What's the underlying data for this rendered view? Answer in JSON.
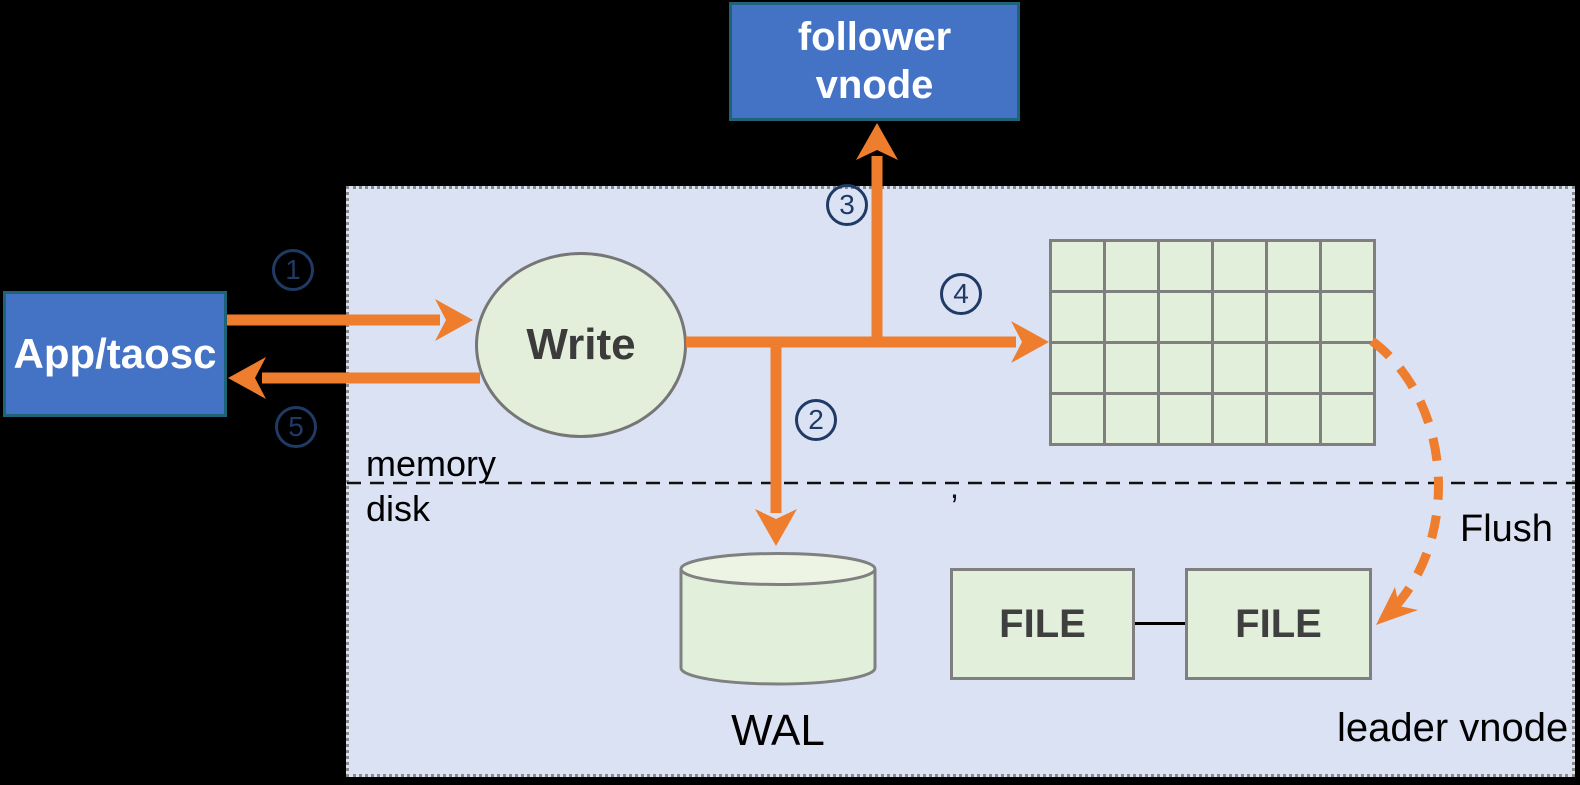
{
  "colors": {
    "accent_orange": "#EF7D2E",
    "node_blue_fill": "#4472C4",
    "node_blue_border": "#1E6378",
    "node_green_fill": "#E2EFDA",
    "node_green_border": "#7F7F7F",
    "container_fill": "#DBE2F3",
    "step_navy": "#203A66",
    "dark_text": "#3B3B3B"
  },
  "nodes": {
    "follower_vnode": {
      "line1": "follower",
      "line2": "vnode"
    },
    "app": {
      "label": "App/taosc"
    },
    "write": {
      "label": "Write"
    },
    "wal": {
      "label": "WAL"
    },
    "file_left": {
      "label": "FILE"
    },
    "file_right": {
      "label": "FILE"
    },
    "mem_table": {
      "rows": 4,
      "cols": 6
    }
  },
  "labels": {
    "memory": "memory",
    "disk": "disk",
    "leader": "leader vnode",
    "flush": "Flush",
    "divider_mark": ","
  },
  "steps": [
    "1",
    "2",
    "3",
    "4",
    "5"
  ]
}
